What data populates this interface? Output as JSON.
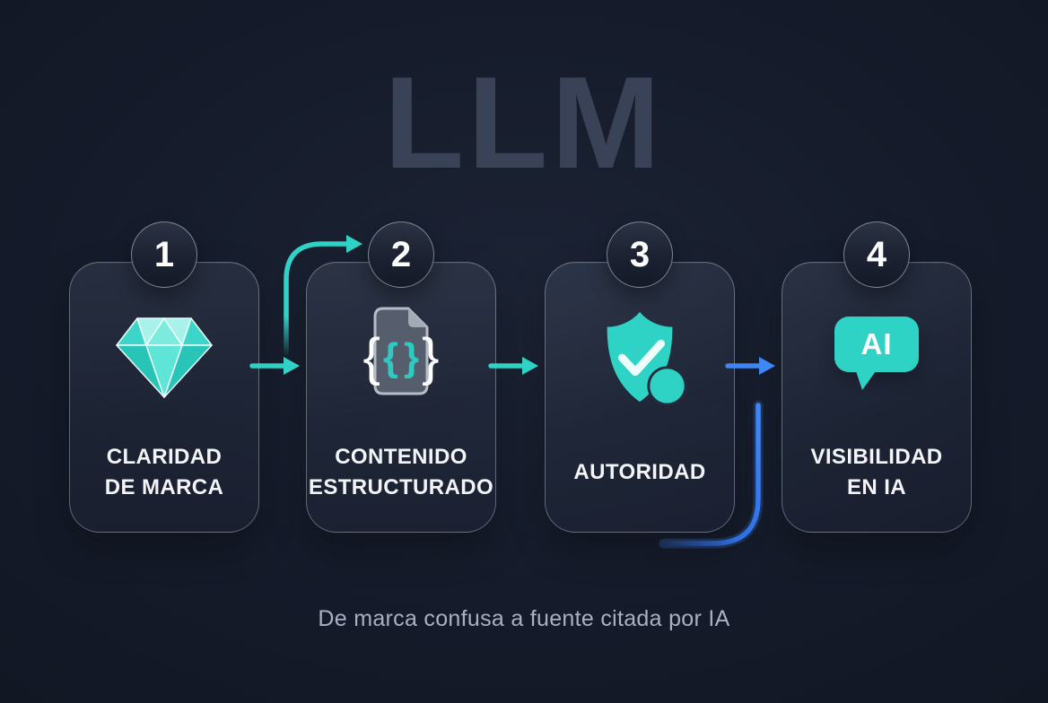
{
  "watermark": "LLM",
  "caption": "De marca confusa a fuente citada por IA",
  "steps": [
    {
      "number": "1",
      "label": "CLARIDAD DE MARCA",
      "label_line1": "CLARIDAD",
      "label_line2": "DE MARCA",
      "icon": "diamond-icon"
    },
    {
      "number": "2",
      "label": "CONTENIDO ESTRUCTURADO",
      "label_line1": "CONTENIDO",
      "label_line2": "ESTRUCTURADO",
      "icon": "structured-document-icon"
    },
    {
      "number": "3",
      "label": "AUTORIDAD",
      "label_line1": "AUTORIDAD",
      "label_line2": "",
      "icon": "shield-check-icon"
    },
    {
      "number": "4",
      "label": "VISIBILIDAD EN IA",
      "label_line1": "VISIBILIDAD",
      "label_line2": "EN IA",
      "icon": "ai-chat-bubble-icon"
    }
  ],
  "icons": {
    "document_braces": {
      "outer_open": "{",
      "inner_open": "{",
      "inner_close": "}",
      "outer_close": "}"
    },
    "ai_bubble_text": "AI"
  },
  "connectors": [
    {
      "name": "arrow-step1-to-step2-straight",
      "color": "#2ed3c6"
    },
    {
      "name": "arrow-step1-to-step2-curved",
      "color": "#2ed3c6"
    },
    {
      "name": "arrow-step2-to-step3-straight",
      "color": "#2ed3c6"
    },
    {
      "name": "arrow-step3-to-step4-straight",
      "color": "#3f86f5"
    },
    {
      "name": "curve-step3-down-loop",
      "color": "#3f86f5"
    }
  ],
  "colors": {
    "background": "#151b2a",
    "teal_accent": "#2ed3c6",
    "blue_accent": "#3f86f5",
    "watermark_text": "#3a4257",
    "caption_text": "#a8b0c2",
    "label_text": "#f2f4f8",
    "card_border": "rgba(190,200,222,0.42)"
  }
}
